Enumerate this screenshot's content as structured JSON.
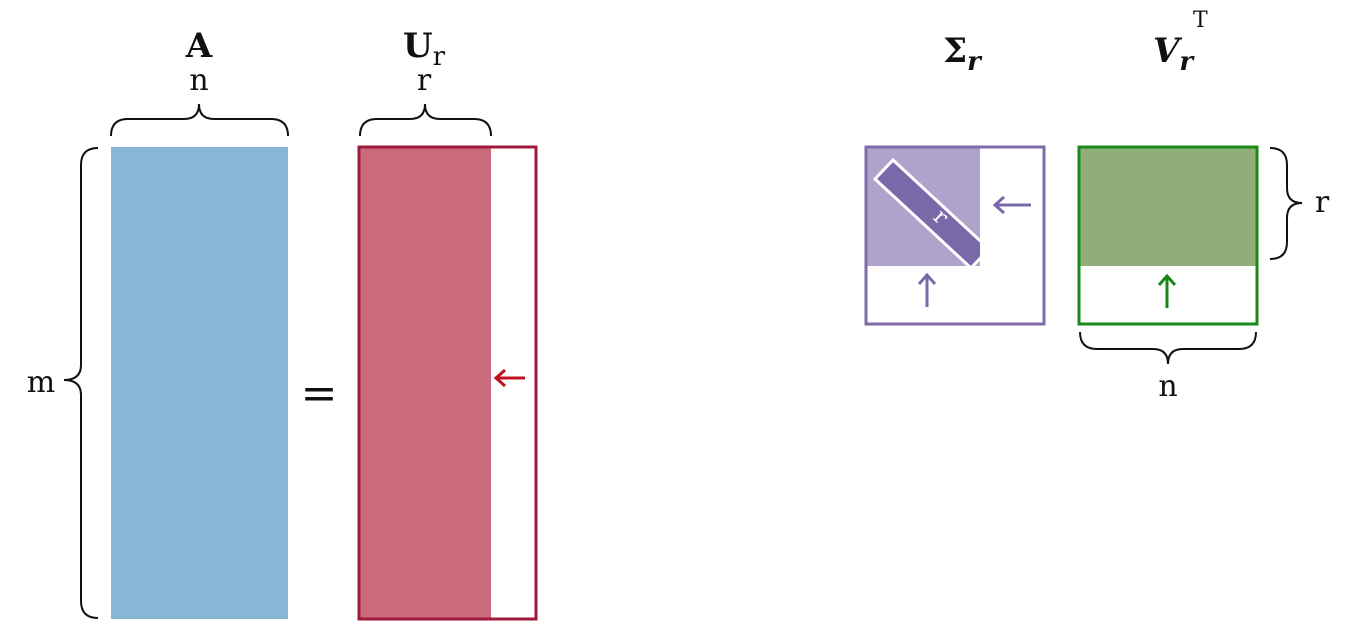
{
  "colors": {
    "a_fill": "#86b7d6",
    "u_fill": "#c96b7b",
    "u_border": "#a0193a",
    "u_arrow": "#c0101e",
    "s_fill": "#afa3cb",
    "s_diag": "#7a69a8",
    "s_border": "#7f6aaa",
    "v_fill": "#8fae7a",
    "v_border": "#1a8a1a",
    "v_arrow": "#138a13"
  },
  "matrices": {
    "a": {
      "title": "A",
      "col_dim": "n",
      "row_dim": "m"
    },
    "u": {
      "title_main": "U",
      "title_sub": "r",
      "col_dim": "r"
    },
    "sigma": {
      "title_main": "Σ",
      "title_sub": "r",
      "diag_label": "r"
    },
    "v": {
      "title_main": "V",
      "title_sub": "r",
      "title_sup": "T",
      "row_dim": "r",
      "col_dim": "n"
    }
  },
  "equals_sign": "="
}
